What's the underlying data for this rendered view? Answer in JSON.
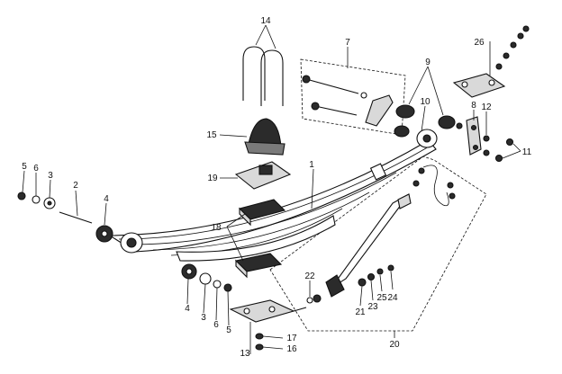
{
  "colors": {
    "ink": "#111111",
    "dark_fill": "#2b2b2b",
    "mid_fill": "#7a7a7a",
    "light_fill": "#d9d9d9",
    "paper": "#ffffff"
  },
  "callouts": [
    {
      "id": "c1",
      "label": "1"
    },
    {
      "id": "c2",
      "label": "2"
    },
    {
      "id": "c3a",
      "label": "3"
    },
    {
      "id": "c3b",
      "label": "3"
    },
    {
      "id": "c4a",
      "label": "4"
    },
    {
      "id": "c4b",
      "label": "4"
    },
    {
      "id": "c5a",
      "label": "5"
    },
    {
      "id": "c5b",
      "label": "5"
    },
    {
      "id": "c6a",
      "label": "6"
    },
    {
      "id": "c6b",
      "label": "6"
    },
    {
      "id": "c7",
      "label": "7"
    },
    {
      "id": "c8",
      "label": "8"
    },
    {
      "id": "c9",
      "label": "9"
    },
    {
      "id": "c10",
      "label": "10"
    },
    {
      "id": "c11",
      "label": "11"
    },
    {
      "id": "c12",
      "label": "12"
    },
    {
      "id": "c13",
      "label": "13"
    },
    {
      "id": "c14",
      "label": "14"
    },
    {
      "id": "c15",
      "label": "15"
    },
    {
      "id": "c16",
      "label": "16"
    },
    {
      "id": "c17",
      "label": "17"
    },
    {
      "id": "c18",
      "label": "18"
    },
    {
      "id": "c19",
      "label": "19"
    },
    {
      "id": "c20",
      "label": "20"
    },
    {
      "id": "c21",
      "label": "21"
    },
    {
      "id": "c22",
      "label": "22"
    },
    {
      "id": "c23",
      "label": "23"
    },
    {
      "id": "c24",
      "label": "24"
    },
    {
      "id": "c25",
      "label": "25"
    },
    {
      "id": "c26",
      "label": "26"
    }
  ]
}
